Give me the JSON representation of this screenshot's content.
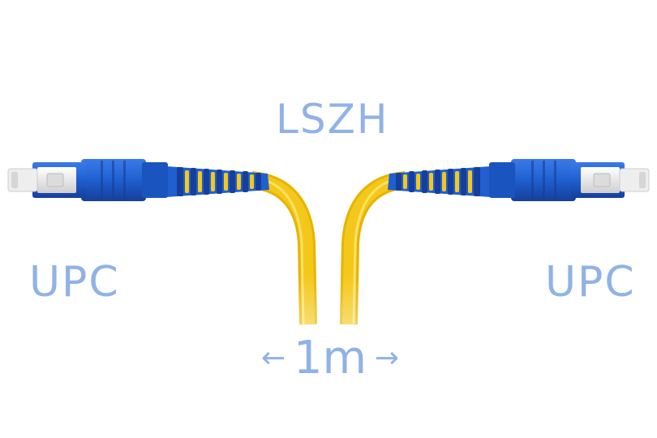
{
  "image": {
    "labels": {
      "jacket": "LSZH",
      "connector_left": "UPC",
      "connector_right": "UPC",
      "length": "1m",
      "arrow_left": "←",
      "arrow_right": "→"
    },
    "colors": {
      "label": "#90b2e6",
      "cable": "#f4c81a",
      "cable_highlight": "#fde67a",
      "connector": "#1f5fd0",
      "connector_dark": "#163f9a",
      "ferrule": "#eeeeee",
      "background": "#ffffff"
    }
  }
}
